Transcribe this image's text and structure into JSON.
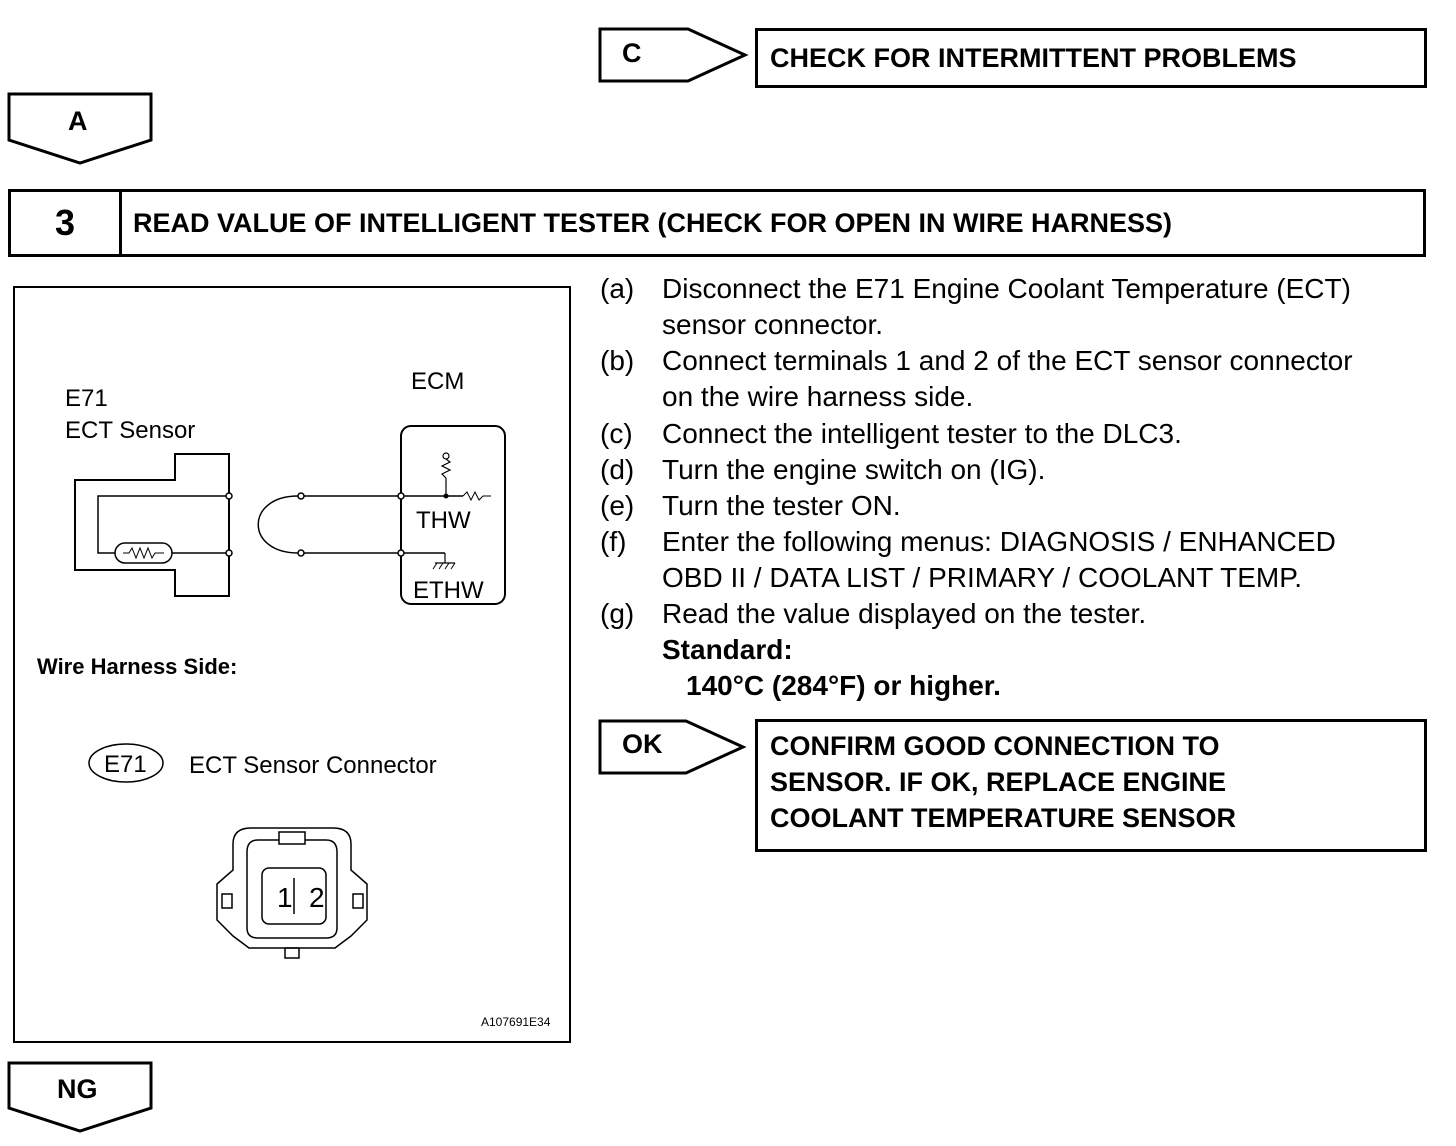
{
  "branch_c": {
    "label": "C",
    "target": "CHECK FOR INTERMITTENT PROBLEMS"
  },
  "branch_a": {
    "label": "A"
  },
  "step": {
    "number": "3",
    "title": "READ VALUE OF INTELLIGENT TESTER (CHECK FOR OPEN IN WIRE HARNESS)"
  },
  "figure": {
    "sensor_label_line1": "E71",
    "sensor_label_line2": "ECT Sensor",
    "ecm_label": "ECM",
    "thw_label": "THW",
    "ethw_label": "ETHW",
    "harness_side_label": "Wire Harness Side:",
    "connector_code": "E71",
    "connector_name": "ECT Sensor Connector",
    "terminal_1": "1",
    "terminal_2": "2",
    "figure_id": "A107691E34"
  },
  "procedure": [
    {
      "label": "(a)",
      "lines": [
        "Disconnect the E71 Engine Coolant Temperature (ECT)",
        "sensor connector."
      ]
    },
    {
      "label": "(b)",
      "lines": [
        "Connect terminals 1 and 2 of the ECT sensor connector",
        "on the wire harness side."
      ]
    },
    {
      "label": "(c)",
      "lines": [
        "Connect the intelligent tester to the DLC3."
      ]
    },
    {
      "label": "(d)",
      "lines": [
        "Turn the engine switch on (IG)."
      ]
    },
    {
      "label": "(e)",
      "lines": [
        "Turn the tester ON."
      ]
    },
    {
      "label": "(f)",
      "lines": [
        "Enter the following menus: DIAGNOSIS / ENHANCED",
        "OBD II / DATA LIST / PRIMARY / COOLANT TEMP."
      ]
    },
    {
      "label": "(g)",
      "lines": [
        "Read the value displayed on the tester."
      ]
    }
  ],
  "standard": {
    "heading": "Standard:",
    "value": "140°C (284°F) or higher."
  },
  "branch_ok": {
    "label": "OK",
    "target_lines": [
      "CONFIRM GOOD CONNECTION TO",
      "SENSOR. IF OK, REPLACE ENGINE",
      "COOLANT TEMPERATURE SENSOR"
    ]
  },
  "branch_ng": {
    "label": "NG"
  }
}
